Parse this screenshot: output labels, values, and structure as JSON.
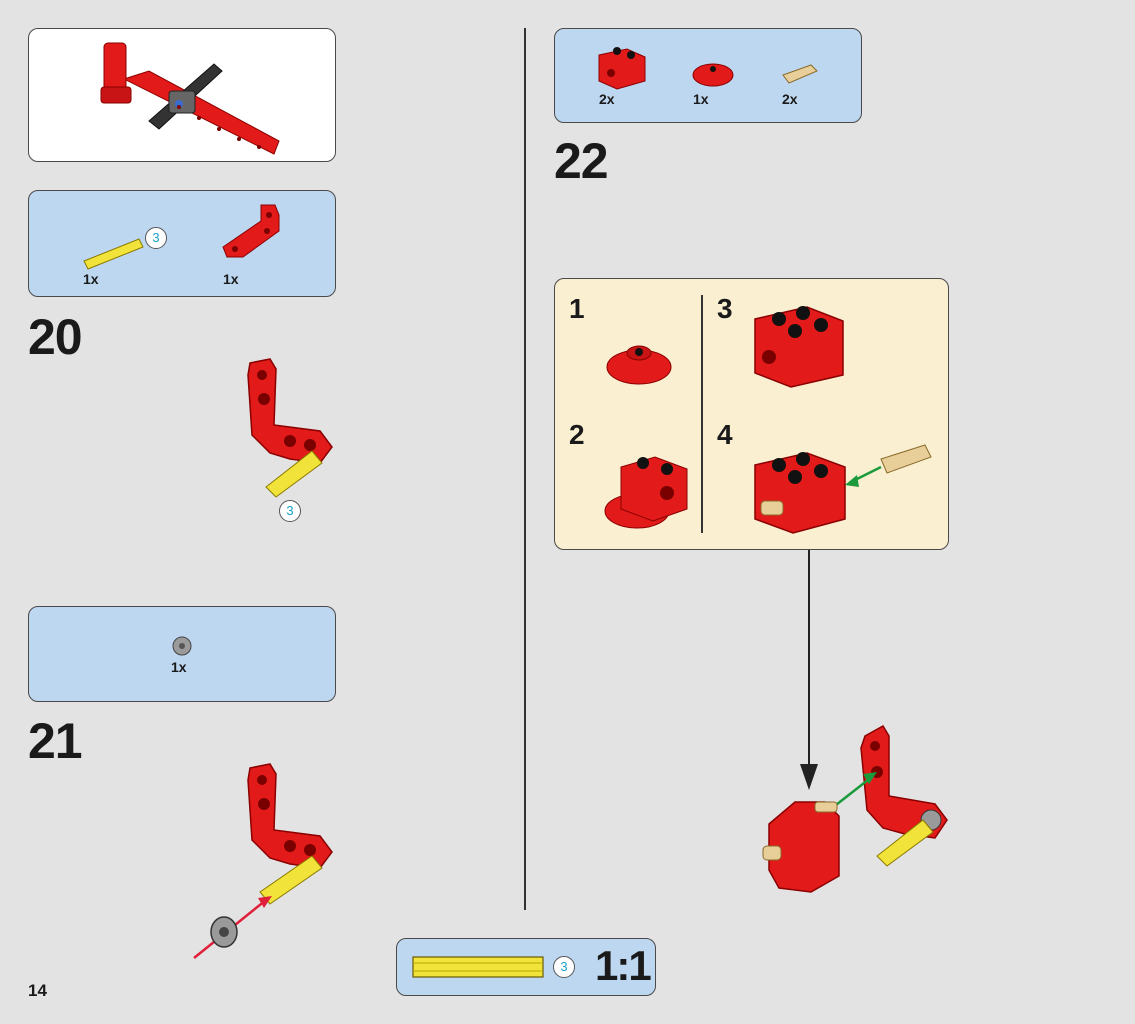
{
  "page_number": "14",
  "step20": {
    "number": "20",
    "parts": [
      {
        "qty": "1x",
        "name": "axle-3",
        "length_label": "3"
      },
      {
        "qty": "1x",
        "name": "red-angled-beam"
      }
    ],
    "callout_label": "3"
  },
  "step21": {
    "number": "21",
    "parts": [
      {
        "qty": "1x",
        "name": "gray-bush"
      }
    ]
  },
  "step22": {
    "number": "22",
    "parts": [
      {
        "qty": "2x",
        "name": "red-brick-with-hole"
      },
      {
        "qty": "1x",
        "name": "red-round-plate"
      },
      {
        "qty": "2x",
        "name": "tan-connector-peg"
      }
    ],
    "substeps": [
      "1",
      "2",
      "3",
      "4"
    ]
  },
  "scale_reference": {
    "label": "3",
    "ratio": "1:1"
  },
  "colors": {
    "background": "#e3e3e3",
    "parts_box": "#bdd7f0",
    "substep_box": "#fbefd2",
    "red_part": "#e21a1a",
    "yellow_axle": "#f2e33a",
    "tan_peg": "#e8cf9a"
  }
}
